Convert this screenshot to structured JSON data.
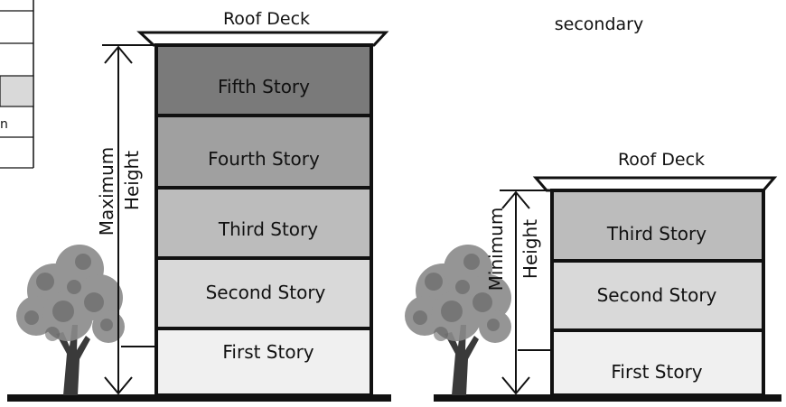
{
  "labels": {
    "secondary": "secondary",
    "left_roof_deck": "Roof Deck",
    "right_roof_deck": "Roof Deck",
    "maximum": "Maximum",
    "height_left": "Height",
    "minimum": "Minimum",
    "height_right": "Height",
    "left_fragment": "n"
  },
  "left_building": {
    "stories": [
      {
        "label": "Fifth Story",
        "fill": "#7a7a7a"
      },
      {
        "label": "Fourth Story",
        "fill": "#a0a0a0"
      },
      {
        "label": "Third Story",
        "fill": "#bcbcbc"
      },
      {
        "label": "Second Story",
        "fill": "#d9d9d9"
      },
      {
        "label": "First Story",
        "fill": "#f0f0f0"
      }
    ]
  },
  "right_building": {
    "stories": [
      {
        "label": "Third Story",
        "fill": "#bcbcbc"
      },
      {
        "label": "Second Story",
        "fill": "#d9d9d9"
      },
      {
        "label": "First Story",
        "fill": "#f0f0f0"
      }
    ]
  }
}
